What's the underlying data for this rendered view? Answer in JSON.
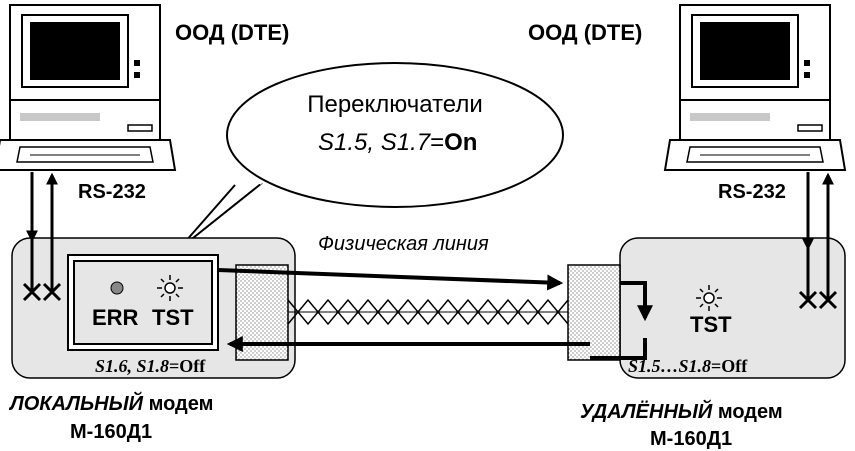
{
  "local_dte_label": "ООД (DTE)",
  "remote_dte_label": "ООД (DTE)",
  "local_rs232": "RS-232",
  "remote_rs232": "RS-232",
  "callout": {
    "line1": "Переключатели",
    "switches": "S1.5, S1.7",
    "eq": "=",
    "state": "On"
  },
  "line_label": "Физическая линия",
  "local_panel": {
    "err": "ERR",
    "tst": "TST"
  },
  "remote_panel": {
    "tst": "TST"
  },
  "local_switches": {
    "names": "S1.6, S1.8",
    "eq": "=Off"
  },
  "remote_switches": {
    "names": "S1.5…S1.8",
    "eq": "=Off"
  },
  "local_modem": {
    "title_italic": "ЛОКАЛЬНЫЙ",
    "title_rest": " модем",
    "model": "М-160Д1"
  },
  "remote_modem": {
    "title_italic": "УДАЛЁННЫЙ",
    "title_rest": " модем",
    "model": "М-160Д1"
  },
  "colors": {
    "modem_fill": "#e6e6e6",
    "line_color": "#000000"
  }
}
